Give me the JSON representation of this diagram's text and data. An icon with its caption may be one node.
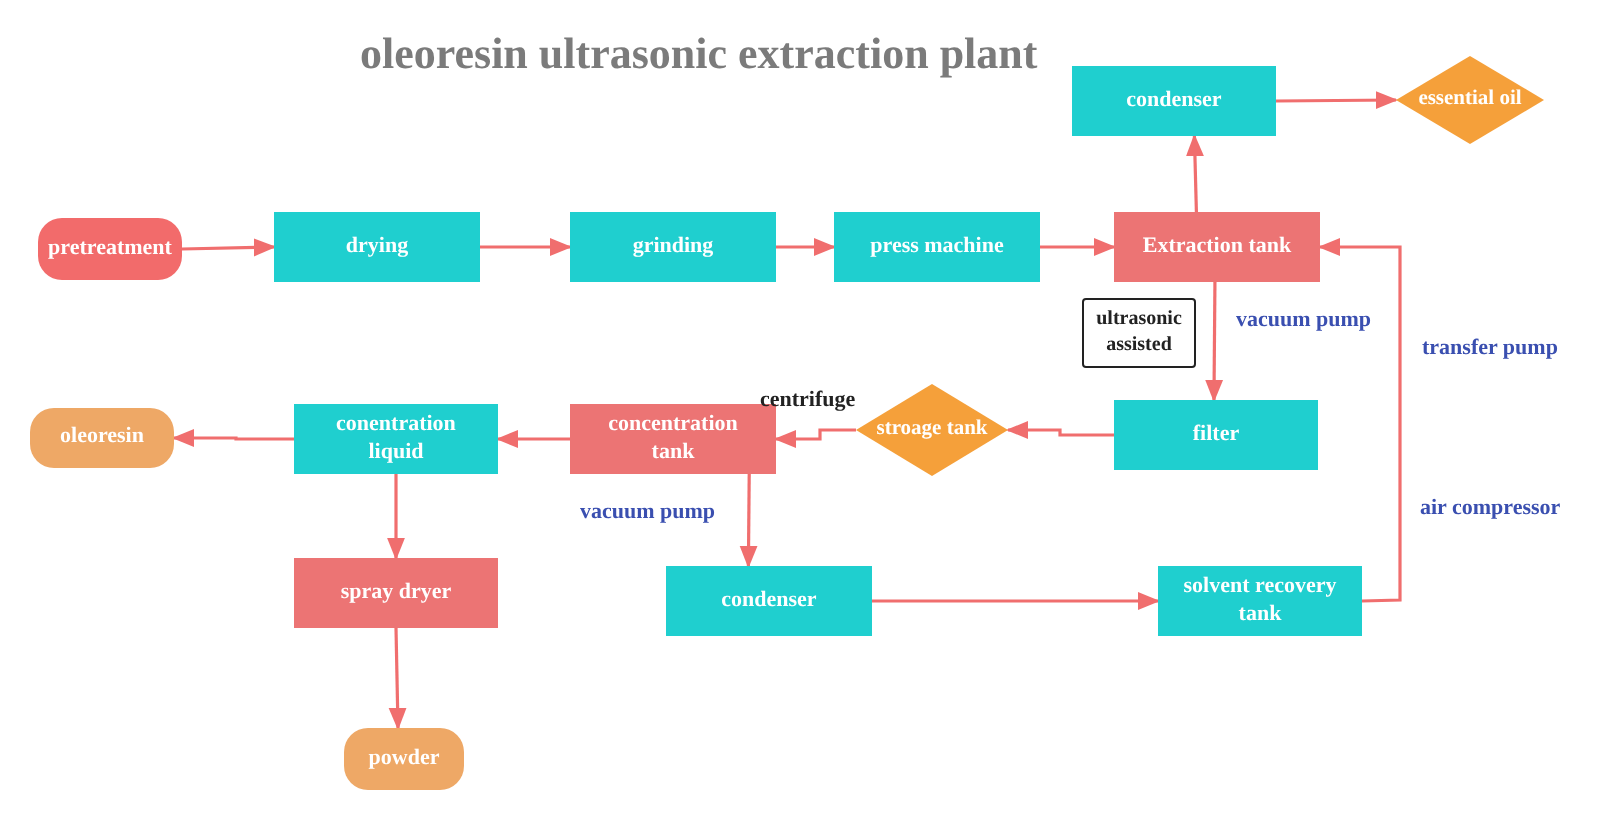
{
  "diagram": {
    "title": "oleoresin ultrasonic extraction plant",
    "nodes": [
      {
        "text": [
          "pretreatment"
        ]
      },
      {
        "text": [
          "drying"
        ]
      },
      {
        "text": [
          "grinding"
        ]
      },
      {
        "text": [
          "press machine"
        ]
      },
      {
        "text": [
          "Extraction tank"
        ]
      },
      {
        "text": [
          "condenser"
        ]
      },
      {
        "text": [
          "essential oil"
        ]
      },
      {
        "text": [
          "ultrasonic assisted"
        ]
      },
      {
        "text": [
          "filter"
        ]
      },
      {
        "text": [
          "stroage tank"
        ]
      },
      {
        "text": [
          "concentration tank"
        ]
      },
      {
        "text": [
          "conentration liquid"
        ]
      },
      {
        "text": [
          "oleoresin"
        ]
      },
      {
        "text": [
          "spray dryer"
        ]
      },
      {
        "text": [
          "powder"
        ]
      },
      {
        "text": [
          "condenser"
        ]
      },
      {
        "text": [
          "solvent recovery tank"
        ]
      }
    ],
    "edges": [
      {
        "from": 0,
        "to": 1,
        "arrow": "to"
      },
      {
        "from": 1,
        "to": 2,
        "arrow": "to"
      },
      {
        "from": 2,
        "to": 3,
        "arrow": "to"
      },
      {
        "from": 3,
        "to": 4,
        "arrow": "to"
      },
      {
        "from": 4,
        "to": 5,
        "arrow": "to"
      },
      {
        "from": 5,
        "to": 6,
        "arrow": "to"
      },
      {
        "from": 4,
        "to": 8,
        "arrow": "to"
      },
      {
        "from": 8,
        "to": 9,
        "arrow": "to"
      },
      {
        "from": 9,
        "to": 10,
        "arrow": "to"
      },
      {
        "from": 10,
        "to": 11,
        "arrow": "to"
      },
      {
        "from": 11,
        "to": 12,
        "arrow": "to"
      },
      {
        "from": 11,
        "to": 13,
        "arrow": "to"
      },
      {
        "from": 13,
        "to": 14,
        "arrow": "to"
      },
      {
        "from": 10,
        "to": 15,
        "arrow": "to"
      },
      {
        "from": 15,
        "to": 16,
        "arrow": "to"
      },
      {
        "from": 16,
        "to": 4,
        "arrow": "to"
      }
    ],
    "labels": [
      "vacuum pump",
      "transfer pump",
      "centrifuge",
      "vacuum pump",
      "air compressor"
    ]
  }
}
